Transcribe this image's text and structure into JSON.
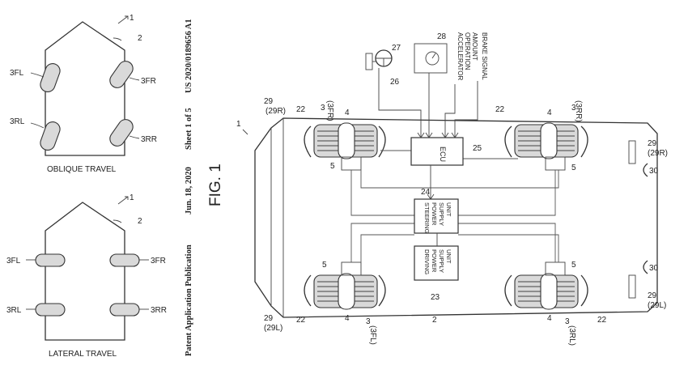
{
  "header": {
    "pub": "Patent Application Publication",
    "date": "Jun. 18, 2020",
    "sheet": "Sheet 1 of 5",
    "number": "US 2020/0189656 A1"
  },
  "figure": {
    "title": "FIG. 1"
  },
  "oblique": {
    "ref_vehicle": "1",
    "ref_body": "2",
    "fl": "3FL",
    "fr": "3FR",
    "rl": "3RL",
    "rr": "3RR",
    "caption": "OBLIQUE TRAVEL"
  },
  "lateral": {
    "ref_vehicle": "1",
    "ref_body": "2",
    "fl": "3FL",
    "fr": "3FR",
    "rl": "3RL",
    "rr": "3RR",
    "caption": "LATERAL TRAVEL"
  },
  "main": {
    "ref_vehicle": "1",
    "ecu": "ECU",
    "steering": [
      "STEERING",
      "POWER",
      "SUPPLY",
      "UNIT"
    ],
    "driving": [
      "DRIVING",
      "POWER",
      "SUPPLY",
      "UNIT"
    ],
    "accel": [
      "ACCELERATOR",
      "OPERATION",
      "AMOUNT"
    ],
    "brake": "BRAKE SIGNAL",
    "n_2": "2",
    "n_4": "4",
    "n_5": "5",
    "n_22": "22",
    "n_23": "23",
    "n_24": "24",
    "n_25": "25",
    "n_26": "26",
    "n_27": "27",
    "n_28": "28",
    "n_30": "30",
    "n_29": "29",
    "n_29R": "(29R)",
    "n_29L": "(29L)",
    "n_3": "3",
    "w_fr": "(3FR)",
    "w_rr": "(3RR)",
    "w_fl": "(3FL)",
    "w_rl": "(3RL)"
  }
}
